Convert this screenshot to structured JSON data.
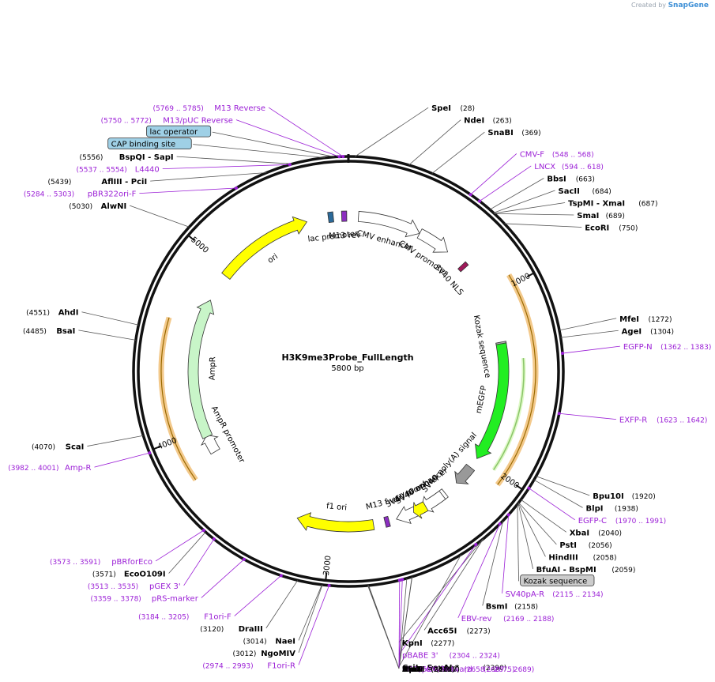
{
  "credit": {
    "prefix": "Created by",
    "brand": "SnapGene"
  },
  "plasmid": {
    "name": "H3K9me3Probe_FullLength",
    "length": "5800 bp",
    "length_bp": 5800
  },
  "ticks": [
    "1000",
    "2000",
    "3000",
    "4000",
    "5000"
  ],
  "sites": [
    {
      "name": "SpeI",
      "pos": "(28)",
      "bp": 28
    },
    {
      "name": "NdeI",
      "pos": "(263)",
      "bp": 263
    },
    {
      "name": "SnaBI",
      "pos": "(369)",
      "bp": 369
    },
    {
      "name": "BbsI",
      "pos": "(663)",
      "bp": 663
    },
    {
      "name": "SacII",
      "pos": "(684)",
      "bp": 684
    },
    {
      "name": "TspMI - XmaI",
      "pos": "(687)",
      "bp": 687
    },
    {
      "name": "SmaI",
      "pos": "(689)",
      "bp": 689
    },
    {
      "name": "EcoRI",
      "pos": "(750)",
      "bp": 750
    },
    {
      "name": "MfeI",
      "pos": "(1272)",
      "bp": 1272
    },
    {
      "name": "AgeI",
      "pos": "(1304)",
      "bp": 1304
    },
    {
      "name": "Bpu10I",
      "pos": "(1920)",
      "bp": 1920
    },
    {
      "name": "BlpI",
      "pos": "(1938)",
      "bp": 1938
    },
    {
      "name": "XbaI",
      "pos": "(2040)",
      "bp": 2040
    },
    {
      "name": "PstI",
      "pos": "(2056)",
      "bp": 2056
    },
    {
      "name": "HindIII",
      "pos": "(2058)",
      "bp": 2058
    },
    {
      "name": "BfuAI - BspMI",
      "pos": "(2059)",
      "bp": 2059
    },
    {
      "name": "BsmI",
      "pos": "(2158)",
      "bp": 2158
    },
    {
      "name": "Acc65I",
      "pos": "(2273)",
      "bp": 2273
    },
    {
      "name": "KpnI",
      "pos": "(2277)",
      "bp": 2277
    },
    {
      "name": "CsiI - SexAI *",
      "pos": "(2390)",
      "bp": 2390
    },
    {
      "name": "StuI",
      "pos": "(2622)",
      "bp": 2622
    },
    {
      "name": "AvrII",
      "pos": "(2623)",
      "bp": 2623
    },
    {
      "name": "HpaI",
      "pos": "(2646)",
      "bp": 2646
    },
    {
      "name": "KasI",
      "pos": "(2813)",
      "bp": 2813
    },
    {
      "name": "NarI",
      "pos": "(2814)",
      "bp": 2814
    },
    {
      "name": "SfoI",
      "pos": "(2815)",
      "bp": 2815
    },
    {
      "name": "PluTI",
      "pos": "(2817)",
      "bp": 2817
    },
    {
      "name": "NaeI",
      "pos": "(3014)",
      "bp": 3014
    },
    {
      "name": "NgoMIV",
      "pos": "(3012)",
      "bp": 3012
    },
    {
      "name": "DraIII",
      "pos": "(3120)",
      "bp": 3120
    },
    {
      "name": "EcoO109I",
      "pos": "(3571)",
      "bp": 3571
    },
    {
      "name": "ScaI",
      "pos": "(4070)",
      "bp": 4070
    },
    {
      "name": "BsaI",
      "pos": "(4485)",
      "bp": 4485
    },
    {
      "name": "AhdI",
      "pos": "(4551)",
      "bp": 4551
    },
    {
      "name": "AlwNI",
      "pos": "(5030)",
      "bp": 5030
    },
    {
      "name": "AflIII - PciI",
      "pos": "(5439)",
      "bp": 5439
    },
    {
      "name": "BspQI - SapI",
      "pos": "(5556)",
      "bp": 5556
    }
  ],
  "primers": [
    {
      "name": "M13 Reverse",
      "range": "(5769 .. 5785)",
      "bp": 5777
    },
    {
      "name": "M13/pUC Reverse",
      "range": "(5750 .. 5772)",
      "bp": 5761
    },
    {
      "name": "L4440",
      "range": "(5537 .. 5554)",
      "bp": 5545
    },
    {
      "name": "pBR322ori-F",
      "range": "(5284 .. 5303)",
      "bp": 5293
    },
    {
      "name": "CMV-F",
      "range": "(548 .. 568)",
      "bp": 558
    },
    {
      "name": "LNCX",
      "range": "(594 .. 618)",
      "bp": 606
    },
    {
      "name": "EGFP-N",
      "range": "(1362 .. 1383)",
      "bp": 1372
    },
    {
      "name": "EXFP-R",
      "range": "(1623 .. 1642)",
      "bp": 1632
    },
    {
      "name": "EGFP-C",
      "range": "(1970 .. 1991)",
      "bp": 1980
    },
    {
      "name": "SV40pA-R",
      "range": "(2115 .. 2134)",
      "bp": 2124
    },
    {
      "name": "EBV-rev",
      "range": "(2169 .. 2188)",
      "bp": 2178
    },
    {
      "name": "pBABE 3'",
      "range": "(2304 .. 2324)",
      "bp": 2314
    },
    {
      "name": "M13 Forward",
      "range": "(2658 .. 2675)",
      "bp": 2666
    },
    {
      "name": "M13/pUC Forward",
      "range": "(2667 .. 2689)",
      "bp": 2678
    },
    {
      "name": "F1ori-R",
      "range": "(2974 .. 2993)",
      "bp": 2983
    },
    {
      "name": "F1ori-F",
      "range": "(3184 .. 3205)",
      "bp": 3194
    },
    {
      "name": "pRS-marker",
      "range": "(3359 .. 3378)",
      "bp": 3368
    },
    {
      "name": "pGEX 3'",
      "range": "(3513 .. 3535)",
      "bp": 3524
    },
    {
      "name": "pBRforEco",
      "range": "(3573 .. 3591)",
      "bp": 3582
    },
    {
      "name": "Amp-R",
      "range": "(3982 .. 4001)",
      "bp": 3991
    }
  ],
  "boxed_features": [
    {
      "name": "lac operator",
      "bp": 5740
    },
    {
      "name": "CAP binding site",
      "bp": 5700
    },
    {
      "name": "Kozak sequence",
      "bp": 2065
    }
  ],
  "features": [
    {
      "name": "CMV enhancer",
      "start": 60,
      "end": 440,
      "track": "inner",
      "color": "#ffffff"
    },
    {
      "name": "CMV promoter",
      "start": 440,
      "end": 640,
      "track": "inner",
      "color": "#ffffff"
    },
    {
      "name": "SV40 NLS",
      "start": 755,
      "end": 780,
      "track": "inner",
      "color": "#a0185a"
    },
    {
      "name": "Kozak sequence",
      "start": 1275,
      "end": 1285,
      "track": "inner",
      "color": "#b0b0b0"
    },
    {
      "name": "mEGFP",
      "start": 1285,
      "end": 2000,
      "track": "inner",
      "color": "#22ee22"
    },
    {
      "name": "SV40 poly(A) signal",
      "start": 2065,
      "end": 2190,
      "track": "inner",
      "color": "#999999"
    },
    {
      "name": "M13 fwd",
      "start": 2655,
      "end": 2680,
      "track": "inner",
      "color": "#8b2ec0"
    },
    {
      "name": "SV40 promoter",
      "start": 2280,
      "end": 2610,
      "track": "inner",
      "color": "#ffffff"
    },
    {
      "name": "SV40 enhancer",
      "start": 2300,
      "end": 2450,
      "track": "inner",
      "color": "#ffffff"
    },
    {
      "name": "SV40 ori",
      "start": 2420,
      "end": 2500,
      "track": "inner",
      "color": "#ffff00"
    },
    {
      "name": "f1 ori",
      "start": 2750,
      "end": 3210,
      "track": "inner",
      "color": "#ffff00"
    },
    {
      "name": "AmpR promoter",
      "start": 3850,
      "end": 3960,
      "track": "inner",
      "color": "#ffffff"
    },
    {
      "name": "AmpR",
      "start": 3950,
      "end": 4790,
      "track": "inner",
      "color": "#c8f5c8"
    },
    {
      "name": "ori",
      "start": 4960,
      "end": 5550,
      "track": "inner",
      "color": "#ffff00"
    },
    {
      "name": "lac promoter",
      "start": 5680,
      "end": 5710,
      "track": "inner",
      "color": "#2b6a9a"
    },
    {
      "name": "M13 rev",
      "start": 5760,
      "end": 5790,
      "track": "inner",
      "color": "#8b2ec0"
    }
  ],
  "orfs": [
    {
      "start": 950,
      "end": 2050
    },
    {
      "start": 3780,
      "end": 4620
    }
  ],
  "green_orf": {
    "start": 1380,
    "end": 2000
  }
}
